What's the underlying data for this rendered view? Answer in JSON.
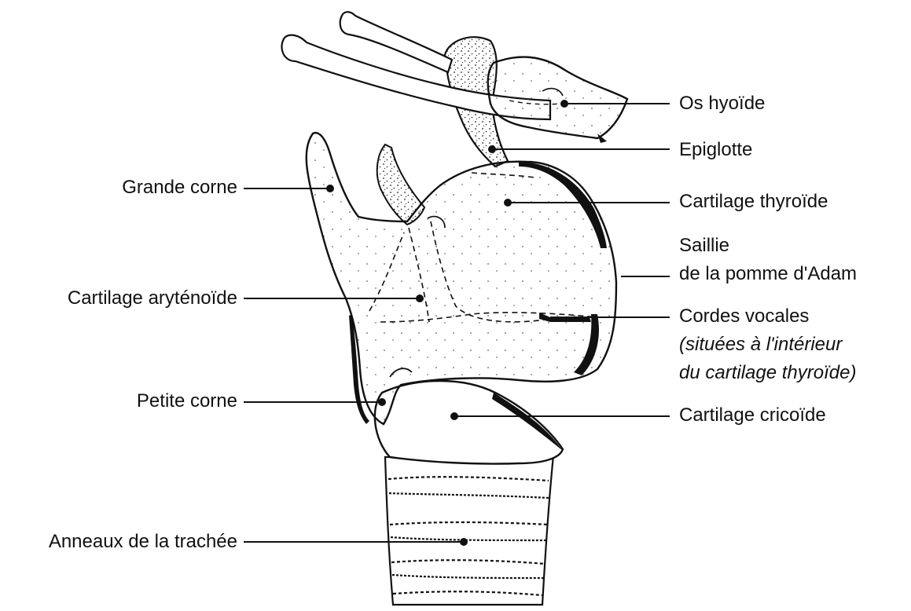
{
  "labels": {
    "os_hyoide": "Os hyoïde",
    "epiglotte": "Epiglotte",
    "cartilage_thyroide": "Cartilage thyroïde",
    "saillie_line1": "Saillie",
    "saillie_line2": "de la pomme d'Adam",
    "cordes_vocales": "Cordes vocales",
    "cordes_note_line1": "(situées à l'intérieur",
    "cordes_note_line2": "du cartilage thyroïde)",
    "cartilage_cricoide": "Cartilage cricoïde",
    "grande_corne": "Grande corne",
    "cartilage_arytenoide": "Cartilage aryténoïde",
    "petite_corne": "Petite corne",
    "anneaux_trachee": "Anneaux de la trachée"
  },
  "colors": {
    "ink": "#111111",
    "background": "#ffffff"
  }
}
